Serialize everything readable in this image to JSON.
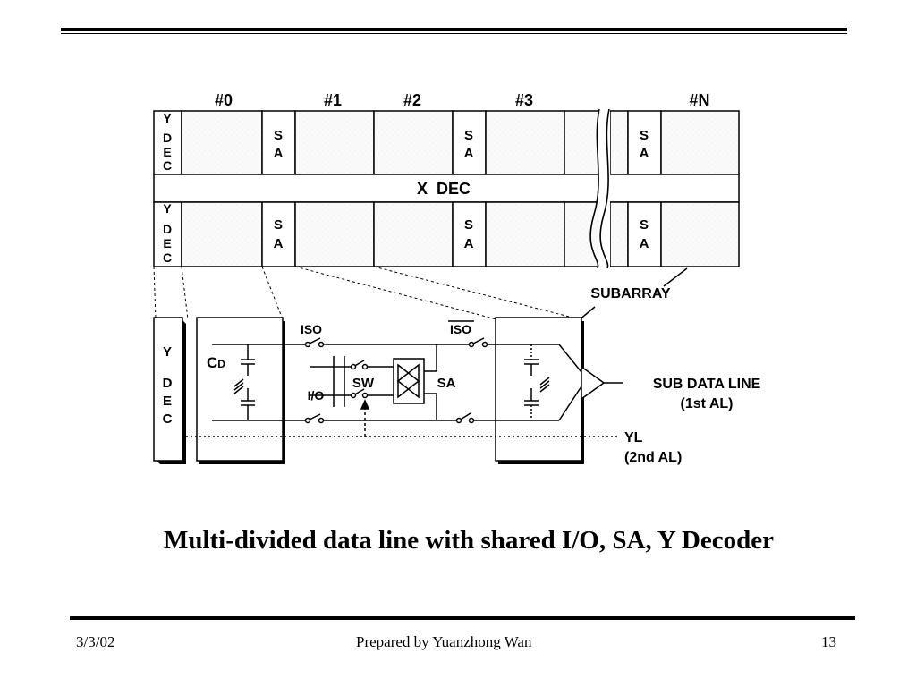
{
  "caption": "Multi-divided data line with shared I/O, SA, Y Decoder",
  "footer": {
    "date": "3/3/02",
    "author": "Prepared by Yuanzhong Wan",
    "page_number": "13"
  },
  "diagram": {
    "array_labels": [
      "#0",
      "#1",
      "#2",
      "#3",
      "#N"
    ],
    "y_dec_label": [
      "Y",
      "D",
      "E",
      "C"
    ],
    "sa_label": [
      "S",
      "A"
    ],
    "x_dec_label": "X  DEC",
    "subarray_label": "SUBARRAY",
    "detail": {
      "y_dec_label": [
        "Y",
        "D",
        "E",
        "C"
      ],
      "cd_label": "C",
      "cd_subscript": "D",
      "iso_label": "ISO",
      "iso_bar_label": "ISO",
      "io_label": "I/O",
      "sw_label": "SW",
      "sa_label": "SA",
      "sub_data_line_label": [
        "SUB DATA LINE",
        "(1st AL)"
      ],
      "yl_label": [
        "YL",
        "(2nd AL)"
      ]
    }
  }
}
